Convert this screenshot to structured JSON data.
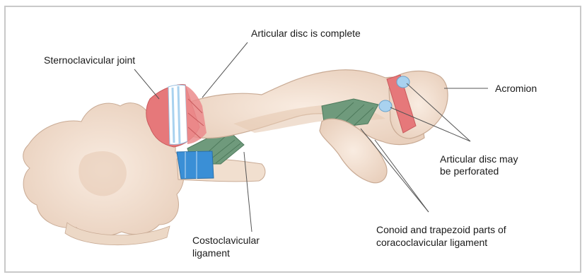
{
  "labels": {
    "articular_disc_complete": "Articular disc is complete",
    "sternoclavicular_joint": "Sternoclavicular joint",
    "acromion": "Acromion",
    "articular_disc_perforated_line1": "Articular disc may",
    "articular_disc_perforated_line2": "be perforated",
    "costoclavicular_line1": "Costoclavicular",
    "costoclavicular_line2": "ligament",
    "coracoclavicular_line1": "Conoid and trapezoid parts of",
    "coracoclavicular_line2": "coracoclavicular ligament"
  },
  "colors": {
    "bone": "#f4e3d4",
    "bone_shade": "#e7cdb8",
    "joint_red": "#e6787a",
    "disc_blue": "#a9d2ef",
    "ligament_green": "#6f9a7c",
    "ligament_blue": "#3a8fd6",
    "leader": "#555555"
  }
}
